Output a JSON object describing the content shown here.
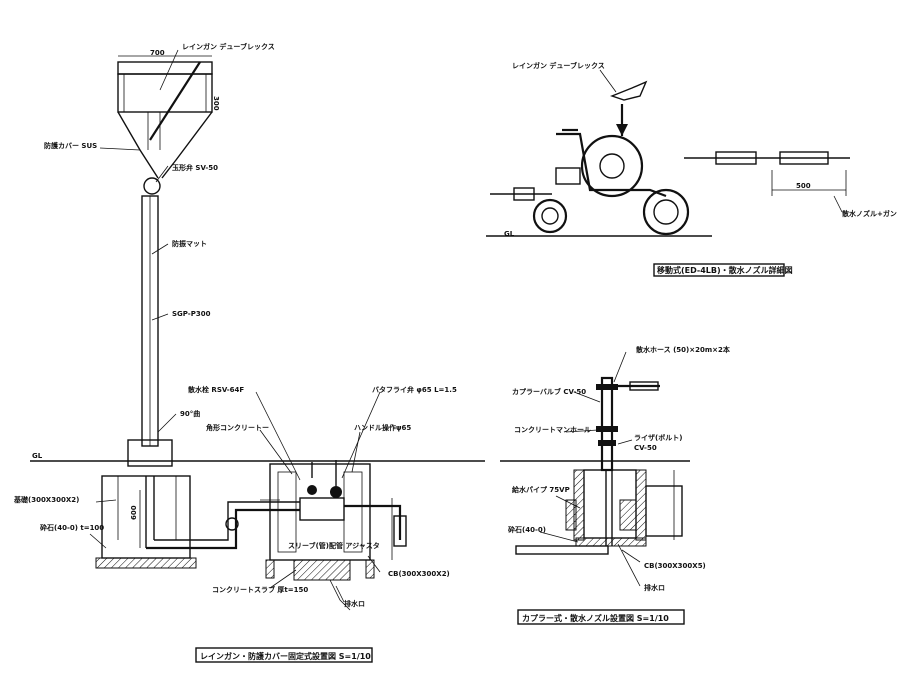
{
  "labels": {
    "gun_left": "レインガン デューブレックス",
    "gun_right": "レインガン デューブレックス",
    "cover": "防護カバー SUS",
    "valve_top": "玉形弁 SV-50",
    "mat": "防振マット",
    "pipe": "SGP-P300",
    "elbow": "90°曲",
    "coupler_valve": "散水栓 RSV-64F",
    "butterfly": "バタフライ弁 φ65 L=1.5",
    "concrete_box": "角形コンクリートー",
    "handle": "ハンドル操作ψ65",
    "ground": "GL",
    "foundation": "基礎(300X300X2)",
    "gravel_left": "砕石(40-0) t=100",
    "depth_label": "600",
    "slab_label": "コンクリートスラブ 厚t=150",
    "drain_left": "排水ロ",
    "sleeve": "スリーブ(管)配管 アジャスタ",
    "cb_left": "CB(300X300X2)",
    "hose_top": "散水ホース (50)×20m×2本",
    "coupler": "カプラーバルブ CV-50",
    "manhole": "コンクリートマンホール",
    "valve_right": "ライザ(ボルト)",
    "cv50": "CV-50",
    "drain_pipe": "給水パイプ 75VP",
    "gravel_right": "砕石(40-0)",
    "cb_right": "CB(300X300X5)",
    "drain_right": "排水ロ",
    "nozzle_len": "散水ノズル+ガン",
    "width_label": "500"
  },
  "titles": {
    "left": "レインガン・防護カバー固定式設置図 S=1/10",
    "right_top": "移動式(ED-4LB)・散水ノズル詳細図",
    "right_bottom": "カプラー式・散水ノズル設置図 S=1/10"
  }
}
